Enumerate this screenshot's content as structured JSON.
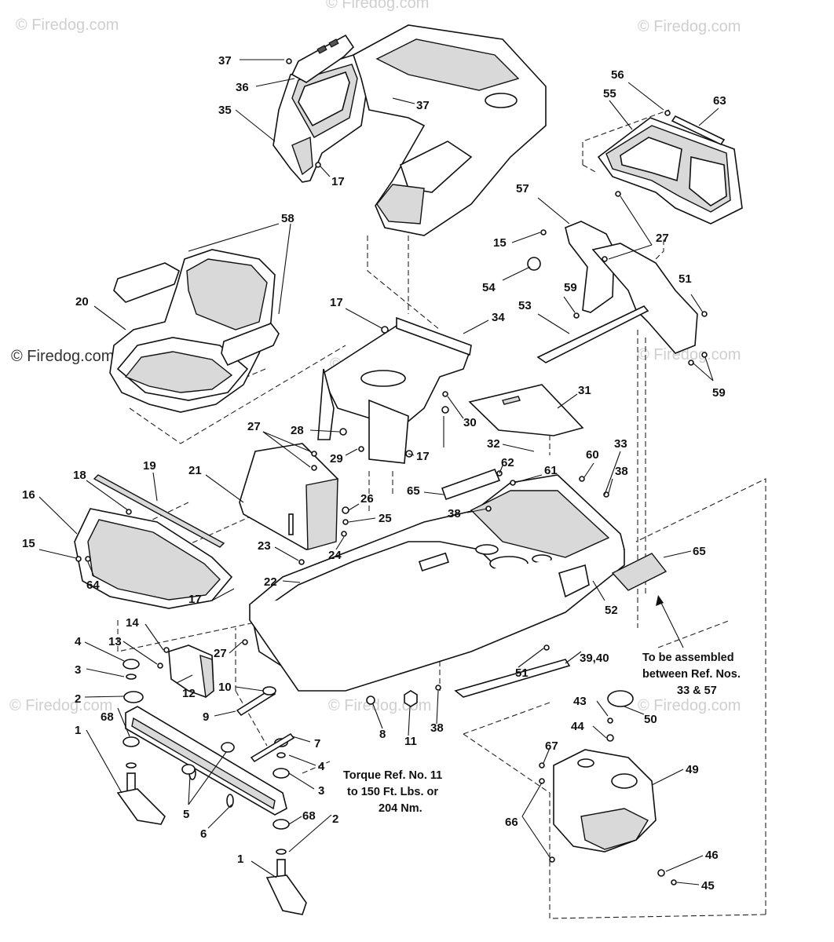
{
  "watermark": {
    "text": "© Firedog.com"
  },
  "notes": {
    "assembly": [
      "To be assembled",
      "between Ref. Nos.",
      "33 & 57"
    ],
    "torque": [
      "Torque Ref. No. 11",
      "to 150 Ft. Lbs. or",
      "204 Nm."
    ]
  },
  "callouts": [
    {
      "id": "c37a",
      "text": "37"
    },
    {
      "id": "c36",
      "text": "36"
    },
    {
      "id": "c35",
      "text": "35"
    },
    {
      "id": "c37b",
      "text": "37"
    },
    {
      "id": "c17a",
      "text": "17"
    },
    {
      "id": "c56",
      "text": "56"
    },
    {
      "id": "c55",
      "text": "55"
    },
    {
      "id": "c63",
      "text": "63"
    },
    {
      "id": "c58",
      "text": "58"
    },
    {
      "id": "c20",
      "text": "20"
    },
    {
      "id": "c57",
      "text": "57"
    },
    {
      "id": "c27a",
      "text": "27"
    },
    {
      "id": "c15a",
      "text": "15"
    },
    {
      "id": "c54",
      "text": "54"
    },
    {
      "id": "c59a",
      "text": "59"
    },
    {
      "id": "c51a",
      "text": "51"
    },
    {
      "id": "c53",
      "text": "53"
    },
    {
      "id": "c17b",
      "text": "17"
    },
    {
      "id": "c34",
      "text": "34"
    },
    {
      "id": "c59b",
      "text": "59"
    },
    {
      "id": "c31",
      "text": "31"
    },
    {
      "id": "c30",
      "text": "30"
    },
    {
      "id": "c27b",
      "text": "27"
    },
    {
      "id": "c28",
      "text": "28"
    },
    {
      "id": "c29",
      "text": "29"
    },
    {
      "id": "c17c",
      "text": "17"
    },
    {
      "id": "c32",
      "text": "32"
    },
    {
      "id": "c33",
      "text": "33"
    },
    {
      "id": "c60",
      "text": "60"
    },
    {
      "id": "c62",
      "text": "62"
    },
    {
      "id": "c61",
      "text": "61"
    },
    {
      "id": "c38a",
      "text": "38"
    },
    {
      "id": "c19",
      "text": "19"
    },
    {
      "id": "c21",
      "text": "21"
    },
    {
      "id": "c18",
      "text": "18"
    },
    {
      "id": "c16",
      "text": "16"
    },
    {
      "id": "c65a",
      "text": "65"
    },
    {
      "id": "c38b",
      "text": "38"
    },
    {
      "id": "c26",
      "text": "26"
    },
    {
      "id": "c25",
      "text": "25"
    },
    {
      "id": "c15b",
      "text": "15"
    },
    {
      "id": "c23",
      "text": "23"
    },
    {
      "id": "c24",
      "text": "24"
    },
    {
      "id": "c65b",
      "text": "65"
    },
    {
      "id": "c64",
      "text": "64"
    },
    {
      "id": "c22",
      "text": "22"
    },
    {
      "id": "c52",
      "text": "52"
    },
    {
      "id": "c17d",
      "text": "17"
    },
    {
      "id": "c14",
      "text": "14"
    },
    {
      "id": "c4a",
      "text": "4"
    },
    {
      "id": "c13",
      "text": "13"
    },
    {
      "id": "c27c",
      "text": "27"
    },
    {
      "id": "c51b",
      "text": "51"
    },
    {
      "id": "c3940",
      "text": "39,40"
    },
    {
      "id": "c3a",
      "text": "3"
    },
    {
      "id": "c10",
      "text": "10"
    },
    {
      "id": "c2a",
      "text": "2"
    },
    {
      "id": "c12",
      "text": "12"
    },
    {
      "id": "c9",
      "text": "9"
    },
    {
      "id": "c68a",
      "text": "68"
    },
    {
      "id": "c8",
      "text": "8"
    },
    {
      "id": "c11",
      "text": "11"
    },
    {
      "id": "c38c",
      "text": "38"
    },
    {
      "id": "c1a",
      "text": "1"
    },
    {
      "id": "c7",
      "text": "7"
    },
    {
      "id": "c43",
      "text": "43"
    },
    {
      "id": "c50",
      "text": "50"
    },
    {
      "id": "c44",
      "text": "44"
    },
    {
      "id": "c4b",
      "text": "4"
    },
    {
      "id": "c67",
      "text": "67"
    },
    {
      "id": "c49",
      "text": "49"
    },
    {
      "id": "c3b",
      "text": "3"
    },
    {
      "id": "c5",
      "text": "5"
    },
    {
      "id": "c68b",
      "text": "68"
    },
    {
      "id": "c2b",
      "text": "2"
    },
    {
      "id": "c6",
      "text": "6"
    },
    {
      "id": "c66",
      "text": "66"
    },
    {
      "id": "c46",
      "text": "46"
    },
    {
      "id": "c1b",
      "text": "1"
    },
    {
      "id": "c45",
      "text": "45"
    }
  ]
}
